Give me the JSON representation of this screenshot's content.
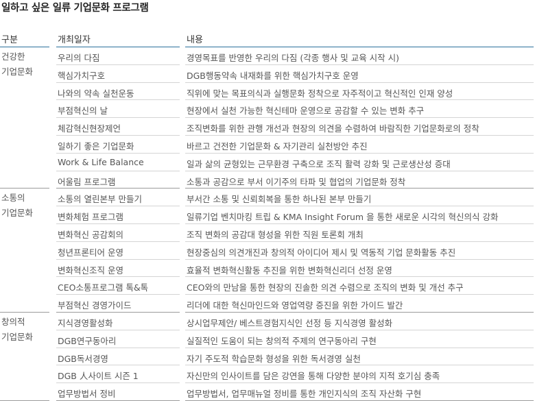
{
  "title": "일하고 싶은 일류 기업문화 프로그램",
  "headers": {
    "category": "구분",
    "program": "개최일자",
    "content": "내용"
  },
  "groups": [
    {
      "category": [
        "건강한",
        "기업문화"
      ],
      "rows": [
        {
          "name": "우리의 다짐",
          "desc": "경영목표를 반영한 우리의 다짐 (각종 행사 및 교육 시작 시)"
        },
        {
          "name": "핵심가치구호",
          "desc": "DGB행동약속 내재화를 위한 핵심가치구호 운영"
        },
        {
          "name": "나와의 약속 실천운동",
          "desc": "직위에 맞는 목표의식과 실행문화 정착으로 자주적이고 혁신적인 인재 양성"
        },
        {
          "name": "부점혁신의 날",
          "desc": "현장에서 실천 가능한 혁신테마 운영으로 공감할 수 있는 변화 추구"
        },
        {
          "name": "체감혁신현장제언",
          "desc": "조직변화를 위한 관행 개선과 현장의 의견을 수렴하여 바람직한 기업문화로의 정착"
        },
        {
          "name": "일하기 좋은 기업문화",
          "desc": "바르고 건전한 기업문화 & 자기관리 실천방안 추진"
        },
        {
          "name": "Work & Life Balance",
          "desc": "일과 삶의 균형있는 근무환경 구축으로 조직 활력 강화 및 근로생산성 증대"
        },
        {
          "name": "어울림 프로그램",
          "desc": "소통과 공감으로 부서 이기주의 타파 및 협업의 기업문화 정착"
        }
      ]
    },
    {
      "category": [
        "소통의",
        "기업문화"
      ],
      "rows": [
        {
          "name": "소통의 열린본부 만들기",
          "desc": "부서간 소통 및 신뢰회복을 통한 하나된 본부 만들기"
        },
        {
          "name": "변화체험 프로그램",
          "desc": "일류기업 벤치마킹 트립 & KMA Insight Forum 을 통한 새로운 시각의 혁신의식 강화"
        },
        {
          "name": "변화혁신 공감회의",
          "desc": "조직 변화의 공감대 형성을 위한 직원 토론회 개최"
        },
        {
          "name": "청년프론티어 운영",
          "desc": "현장중심의 의견개진과 창의적 아이디어 제시 및 역동적 기업 문화활동 추진"
        },
        {
          "name": "변화혁신조직 운영",
          "desc": "효율적 변화혁신활동 추진을 위한 변화혁신리더 선정 운영"
        },
        {
          "name": "CEO소통프로그램 톡&톡",
          "desc": "CEO와의 만남을 통한 현장의 진솔한 의견 수렴으로 조직의 변화 및 개선 추구"
        },
        {
          "name": "부점혁신 경영가이드",
          "desc": "리더에 대한 혁신마인드와 영업역량 증진을 위한 가이드 발간"
        }
      ]
    },
    {
      "category": [
        "창의적",
        "기업문화"
      ],
      "rows": [
        {
          "name": "지식경영활성화",
          "desc": "상시업무제안/ 베스트경험지식인 선정 등 지식경영 활성화"
        },
        {
          "name": "DGB연구동아리",
          "desc": "실질적인 도움이 되는 창의적 주제의 연구동아리 구현"
        },
        {
          "name": "DGB독서경영",
          "desc": "자기 주도적 학습문화 형성을 위한 독서경영 실천"
        },
        {
          "name": "DGB 人사이트 시즌 1",
          "desc": "자신만의 인사이트를 담은 강연을 통해 다양한 분야의 지적 호기심 충족"
        },
        {
          "name": "업무방법서 정비",
          "desc": "업무방법서, 업무매뉴얼 정비를 통한 개인지식의 조직 자산화 구현"
        }
      ]
    }
  ]
}
